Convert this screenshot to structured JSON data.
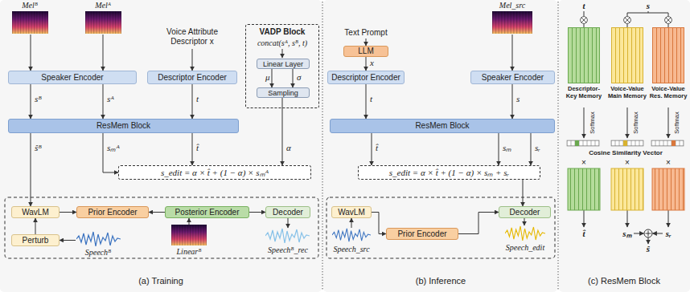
{
  "diagram": {
    "nodes": [
      {
        "text": [
          "Speaker Encoder"
        ]
      },
      {
        "text": [
          "Descriptor Encoder"
        ]
      },
      {
        "text": [
          "VADP Block",
          "concat(sᴬ, sᴮ, t)"
        ]
      },
      {
        "text": [
          "Linear Layer"
        ],
        "in": 2
      },
      {
        "text": [
          "Sampling"
        ],
        "in": 2
      },
      {
        "text": [
          "ResMem Block"
        ]
      },
      {
        "text": [
          "s_edit = α × t̂ + (1 − α) × sₘᴬ"
        ]
      },
      {
        "text": [
          "WavLM"
        ]
      },
      {
        "text": [
          "Prior Encoder"
        ]
      },
      {
        "text": [
          "Posterior Encoder"
        ]
      },
      {
        "text": [
          "Decoder"
        ]
      },
      {
        "text": [
          "Perturb"
        ]
      },
      {
        "text": [
          "LLM"
        ]
      },
      {
        "text": [
          "Descriptor Encoder"
        ]
      },
      {
        "text": [
          "Speaker Encoder"
        ]
      },
      {
        "text": [
          "ResMem Block"
        ]
      },
      {
        "text": [
          "s_edit = α × t̂ + (1 − α) × sₘ + sᵣ"
        ]
      },
      {
        "text": [
          "WavLM"
        ]
      },
      {
        "text": [
          "Prior Encoder"
        ]
      },
      {
        "text": [
          "Decoder"
        ]
      },
      {
        "text": [
          "Descriptor-Key Memory"
        ]
      },
      {
        "text": [
          "Voice-Value Main Memory"
        ]
      },
      {
        "text": [
          "Voice-Value Res. Memory"
        ]
      }
    ],
    "edges": [
      {
        "from": 0,
        "to": 5,
        "label": "sᴮ",
        "arrow": "to"
      },
      {
        "from": 0,
        "to": 5,
        "label": "sᴬ",
        "arrow": "to"
      },
      {
        "from": 1,
        "to": 5,
        "label": "t",
        "arrow": "to"
      },
      {
        "from": 5,
        "to": 7,
        "label": "ŝᴮ",
        "arrow": "to"
      },
      {
        "from": 5,
        "to": 6,
        "label": "sₘᴬ",
        "arrow": "to"
      },
      {
        "from": 5,
        "to": 6,
        "label": "t̂",
        "arrow": "to"
      },
      {
        "from": 4,
        "to": 6,
        "label": "α",
        "arrow": "to"
      },
      {
        "from": 3,
        "to": 4,
        "label": "μ",
        "arrow": "to"
      },
      {
        "from": 3,
        "to": 4,
        "label": "σ",
        "arrow": "to"
      },
      {
        "from": 7,
        "to": 8,
        "arrow": "to"
      },
      {
        "from": 9,
        "to": 8,
        "arrow": "to"
      },
      {
        "from": 9,
        "to": 10,
        "arrow": "to"
      },
      {
        "from": 11,
        "to": 7,
        "arrow": "to"
      },
      {
        "from": 12,
        "to": 13,
        "label": "x",
        "arrow": "to"
      },
      {
        "from": 13,
        "to": 15,
        "label": "t",
        "arrow": "to"
      },
      {
        "from": 14,
        "to": 15,
        "label": "s",
        "arrow": "to"
      },
      {
        "from": 15,
        "to": 16,
        "label": "t̂",
        "arrow": "to"
      },
      {
        "from": 15,
        "to": 16,
        "label": "sₘ",
        "arrow": "to"
      },
      {
        "from": 15,
        "to": 16,
        "label": "sᵣ",
        "arrow": "to"
      },
      {
        "from": 16,
        "to": 19,
        "arrow": "to"
      },
      {
        "from": 17,
        "to": 18,
        "arrow": "to"
      },
      {
        "from": 18,
        "to": 19,
        "arrow": "to"
      }
    ],
    "labels": [
      "Melᴮ",
      "Melᴬ",
      "Voice Attribute Descriptor x",
      "Speechᴮ",
      "Linearᴮ",
      "Speechᴮ_rec",
      "(a) Training",
      "Text Prompt",
      "Mel_src",
      "Speech_src",
      "Speech_edit",
      "(b) Inference",
      "t",
      "s",
      "Softmax",
      "Softmax",
      "Softmax",
      "Cosine Similarity Vector",
      "×",
      "×",
      "×",
      "t̂",
      "sₘ",
      "ŝ",
      "sᵣ",
      "(c) ResMem Block"
    ]
  }
}
